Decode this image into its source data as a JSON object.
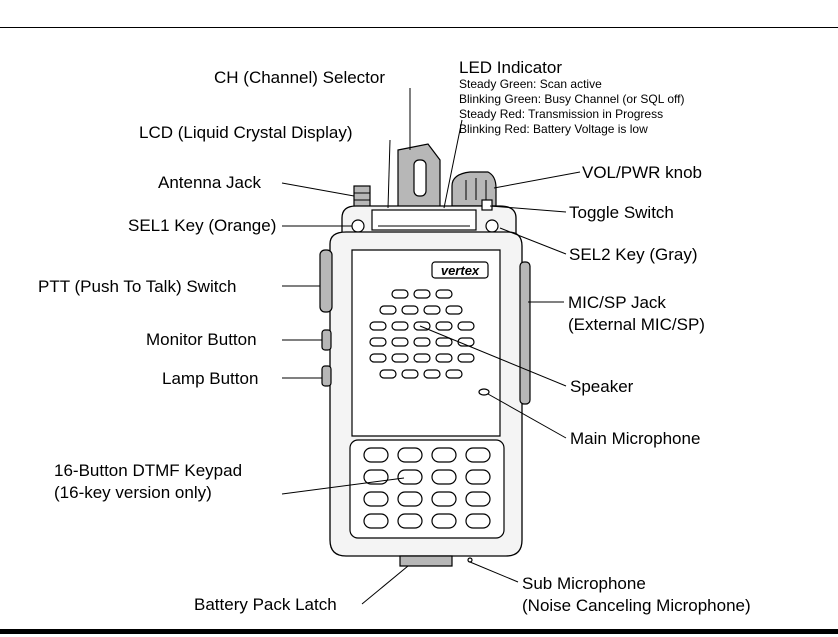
{
  "labels": {
    "ch_selector": "CH (Channel) Selector",
    "led_indicator": "LED Indicator",
    "led_line1": "Steady Green: Scan active",
    "led_line2": "Blinking Green: Busy Channel (or SQL off)",
    "led_line3": "Steady Red: Transmission in Progress",
    "led_line4": "Blinking Red: Battery Voltage is low",
    "lcd": "LCD (Liquid Crystal Display)",
    "antenna_jack": "Antenna Jack",
    "vol_pwr": "VOL/PWR knob",
    "sel1": "SEL1 Key (Orange)",
    "toggle": "Toggle Switch",
    "sel2": "SEL2 Key (Gray)",
    "ptt": "PTT (Push To Talk) Switch",
    "mic_sp_1": "MIC/SP Jack",
    "mic_sp_2": "(External MIC/SP)",
    "monitor": "Monitor Button",
    "lamp": "Lamp Button",
    "speaker": "Speaker",
    "main_mic": "Main Microphone",
    "dtmf_1": "16-Button DTMF Keypad",
    "dtmf_2": "(16-key version only)",
    "sub_mic_1": "Sub Microphone",
    "sub_mic_2": "(Noise Canceling Microphone)",
    "battery_latch": "Battery Pack Latch",
    "brand": "vertex"
  }
}
